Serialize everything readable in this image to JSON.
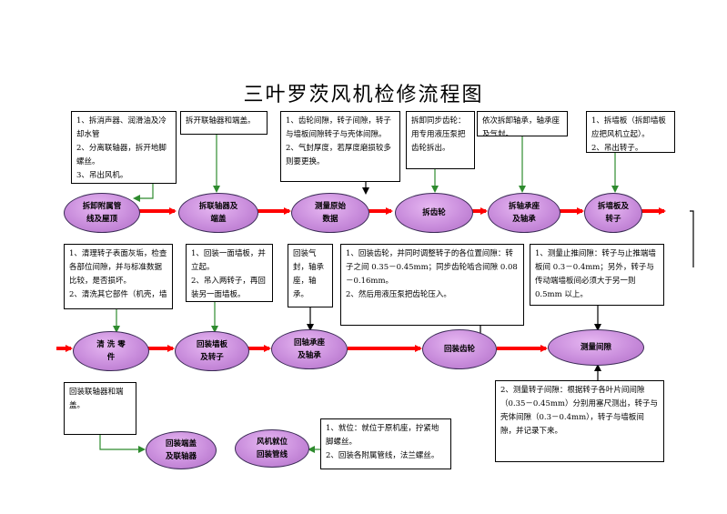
{
  "title": "三叶罗茨风机检修流程图",
  "notes": {
    "n1": "1、拆消声器、润滑油及冷却水管\n2、分离联轴器，拆开地脚螺丝。\n3、吊出风机。",
    "n2": "拆开联轴器和端盖。",
    "n3": "1、齿轮间隙，转子间隙，转子与墙板间隙转子与壳体间隙。\n2、气封厚度，若厚度磨损较多则要更换。",
    "n4": "拆卸同步齿轮：用专用液压泵把齿轮拆出。",
    "n5": "依次拆卸轴承，轴承座及气封。",
    "n6": "1、拆墙板（拆卸墙板应把风机立起）。\n2、吊出转子。",
    "n7": "1、清理转子表面灰垢，检查各部位间隙，并与标准数据比较，是否损坏。\n2、清洗其它部件（机壳，墙",
    "n8": "1、回装一面墙板，并立起。\n2、吊入两转子，再回装另一面墙板。",
    "n9": "回装气封，轴承座，轴承。",
    "n10": "1、回装齿轮，并同时调整转子的各位置间隙：转子之间 0.35－0.45mm；同步齿轮啮合间隙 0.08－0.16mm。\n2、然后用液压泵把齿轮压入。",
    "n11": "1、测量止推间隙：转子与止推端墙板间 0.3－0.4mm；另外，转子与传动端墙板间必须大于另一则 0.5mm 以上。",
    "n12": "回装联轴器和端盖。",
    "n13": "2、测量转子间隙：根据转子各叶片间间隙（0.35－0.45mm）分别用塞尺测出，转子与壳体间隙（0.3－0.4mm），转子与墙板间隙，并记录下来。",
    "n14": "1、就位：就位于原机座，拧紧地脚螺丝。\n2、回装各附属管线，法兰螺丝。"
  },
  "nodes": {
    "s1": "拆卸附属管\n线及屋顶",
    "s2": "拆联轴器及\n端盖",
    "s3": "测量原始\n数据",
    "s4": "拆齿轮",
    "s5": "拆轴承座\n及轴承",
    "s6": "拆墙板及\n转子",
    "s7": "清 洗 零\n件",
    "s8": "回装墙板\n及转子",
    "s9": "回轴承座\n及轴承",
    "s10": "回装齿轮",
    "s11": "测量间隙",
    "s12": "回装端盖\n及联轴器",
    "s13": "风机就位\n回装管线"
  },
  "colors": {
    "flow_arrow": "#ff0000",
    "connector": "#2e8b2e",
    "node_fill": "#c98ddc"
  }
}
